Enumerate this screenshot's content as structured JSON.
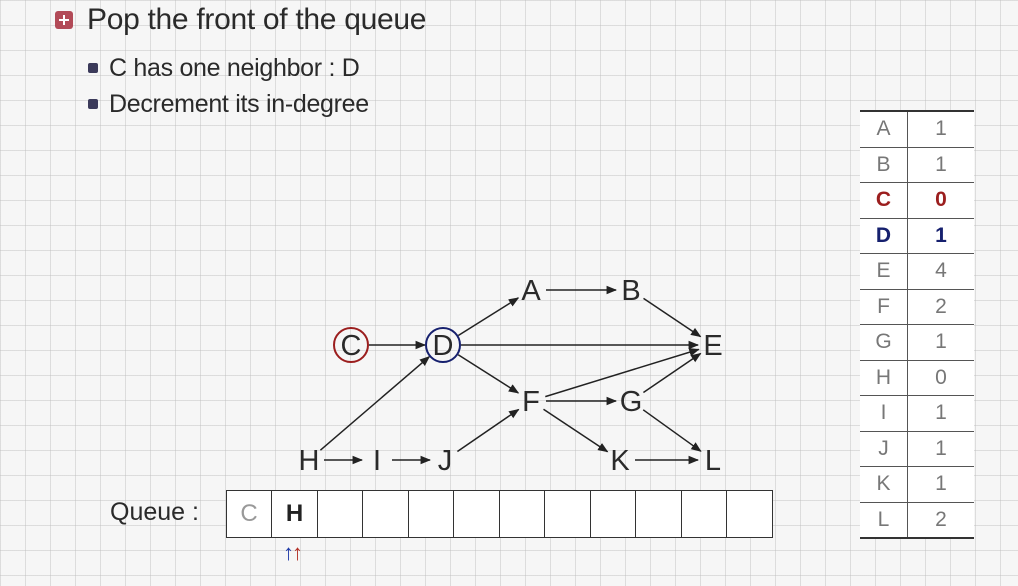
{
  "slide": {
    "headline": "Pop the front of the queue",
    "bullets": [
      "C has one neighbor : D",
      "Decrement its in-degree"
    ]
  },
  "graph": {
    "nodes": [
      "A",
      "B",
      "C",
      "D",
      "E",
      "F",
      "G",
      "H",
      "I",
      "J",
      "K",
      "L"
    ],
    "edges": [
      [
        "A",
        "B"
      ],
      [
        "B",
        "E"
      ],
      [
        "C",
        "D"
      ],
      [
        "D",
        "A"
      ],
      [
        "D",
        "E"
      ],
      [
        "D",
        "F"
      ],
      [
        "F",
        "E"
      ],
      [
        "F",
        "G"
      ],
      [
        "F",
        "K"
      ],
      [
        "G",
        "E"
      ],
      [
        "G",
        "L"
      ],
      [
        "H",
        "D"
      ],
      [
        "H",
        "I"
      ],
      [
        "I",
        "J"
      ],
      [
        "J",
        "F"
      ],
      [
        "K",
        "L"
      ]
    ],
    "highlight": {
      "current": "C",
      "neighbor": "D"
    },
    "colors": {
      "current": "#9b1e1e",
      "neighbor": "#16206e"
    }
  },
  "queue": {
    "label": "Queue :",
    "cells": [
      "C",
      "H",
      "",
      "",
      "",
      "",
      "",
      "",
      "",
      "",
      "",
      ""
    ],
    "pointer_icons": [
      "up-arrow-blue",
      "up-arrow-red"
    ]
  },
  "indegree_table": {
    "rows": [
      {
        "node": "A",
        "value": "1"
      },
      {
        "node": "B",
        "value": "1"
      },
      {
        "node": "C",
        "value": "0"
      },
      {
        "node": "D",
        "value": "1"
      },
      {
        "node": "E",
        "value": "4"
      },
      {
        "node": "F",
        "value": "2"
      },
      {
        "node": "G",
        "value": "1"
      },
      {
        "node": "H",
        "value": "0"
      },
      {
        "node": "I",
        "value": "1"
      },
      {
        "node": "J",
        "value": "1"
      },
      {
        "node": "K",
        "value": "1"
      },
      {
        "node": "L",
        "value": "2"
      }
    ]
  }
}
